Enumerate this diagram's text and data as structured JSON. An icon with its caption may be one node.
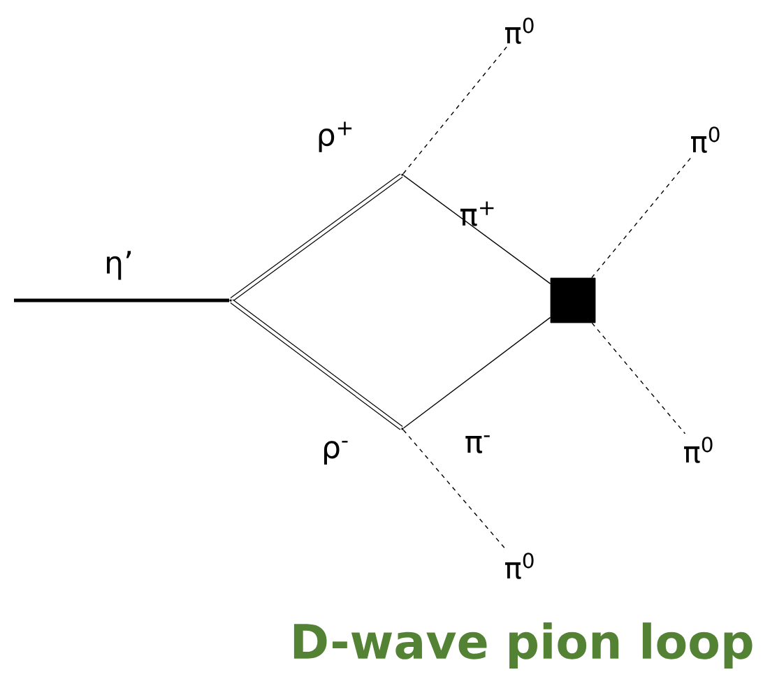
{
  "diagram": {
    "caption": "D-wave pion loop",
    "nodes": [
      {
        "text": [],
        "shape": "point"
      },
      {
        "text": [],
        "shape": "point"
      },
      {
        "text": [],
        "shape": "point"
      },
      {
        "text": [],
        "shape": "box"
      },
      {
        "text": [
          "π$^{0}$"
        ]
      },
      {
        "text": [
          "π$^{0}$"
        ]
      },
      {
        "text": [
          "π$^{0}$"
        ]
      },
      {
        "text": [
          "π$^{0}$"
        ]
      }
    ],
    "edges": [
      {
        "from": null,
        "to": 0,
        "arrow": "none",
        "label": "η’",
        "style": "thick"
      },
      {
        "from": 0,
        "to": 1,
        "arrow": "none",
        "label": "ρ$^{+}$",
        "style": "thick"
      },
      {
        "from": 0,
        "to": 2,
        "arrow": "none",
        "label": "ρ$^{-}$",
        "style": "thick"
      },
      {
        "from": 1,
        "to": 3,
        "arrow": "none",
        "label": "π$^{+}$"
      },
      {
        "from": 2,
        "to": 3,
        "arrow": "none",
        "label": "π$^{-}$"
      },
      {
        "from": 1,
        "to": 4,
        "arrow": "none",
        "style": "dashed"
      },
      {
        "from": 3,
        "to": 5,
        "arrow": "none",
        "style": "dashed"
      },
      {
        "from": 3,
        "to": 6,
        "arrow": "none",
        "style": "dashed"
      },
      {
        "from": 2,
        "to": 7,
        "arrow": "none",
        "style": "dashed"
      }
    ]
  }
}
